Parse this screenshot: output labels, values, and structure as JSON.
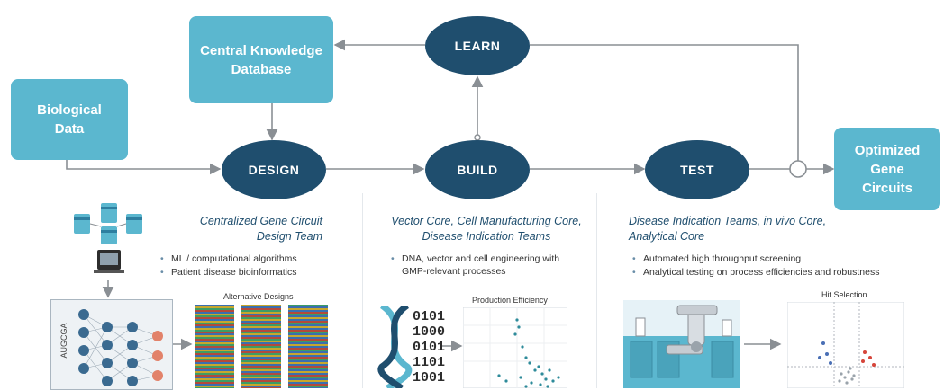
{
  "nodes": {
    "biological_data": "Biological Data",
    "knowledge_db": "Central Knowledge Database",
    "learn": "LEARN",
    "design": "DESIGN",
    "build": "BUILD",
    "test": "TEST",
    "optimized": "Optimized Gene Circuits"
  },
  "design": {
    "team": "Centralized Gene Circuit Design Team",
    "bullets": [
      "ML / computational algorithms",
      "Patient disease bioinformatics"
    ],
    "caption": "Alternative Designs",
    "sequence_label": "AUGCGA"
  },
  "build": {
    "team": "Vector Core, Cell Manufacturing Core, Disease Indication Teams",
    "bullets": [
      "DNA, vector and cell engineering with GMP-relevant processes"
    ],
    "caption": "Production Efficiency",
    "binary": [
      "0101",
      "1000",
      "0101",
      "1101",
      "1001"
    ]
  },
  "test": {
    "team": "Disease Indication Teams, in vivo Core, Analytical Core",
    "bullets": [
      "Automated high throughput screening",
      "Analytical testing on process efficiencies and robustness"
    ],
    "caption": "Hit Selection"
  },
  "colors": {
    "box": "#5bb7cf",
    "oval": "#1f4e6e",
    "arrow": "#8a8f94"
  }
}
